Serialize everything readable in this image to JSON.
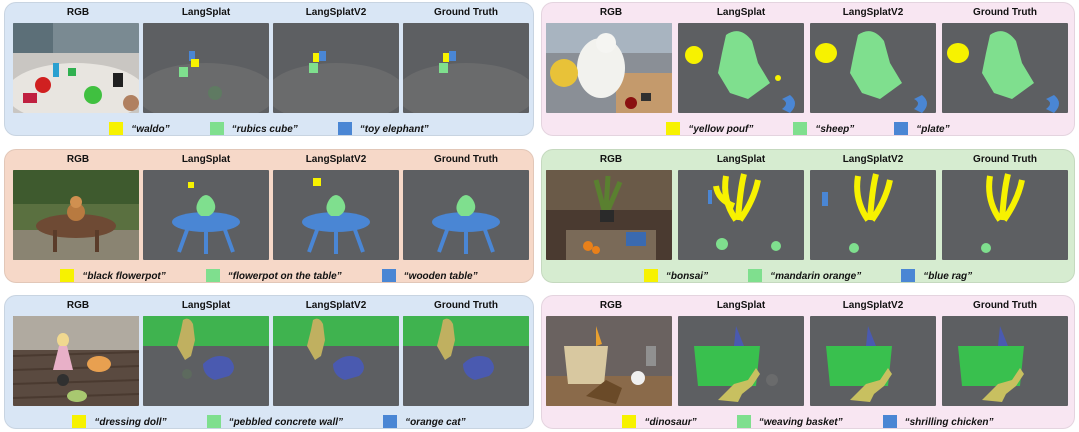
{
  "colors": {
    "yellow": "#f7f200",
    "green": "#7fdf8e",
    "blue": "#4a86d4",
    "panel_blue": "#d9e6f5",
    "panel_pink": "#f8e6f2",
    "panel_salmon": "#f6d8c8",
    "panel_green": "#d6ecd0"
  },
  "columns": [
    "RGB",
    "LangSplat",
    "LangSplatV2",
    "Ground Truth"
  ],
  "panels": [
    {
      "id": "p1",
      "legend": [
        "“waldo”",
        "“rubics cube”",
        "“toy elephant”"
      ]
    },
    {
      "id": "p2",
      "legend": [
        "“yellow pouf”",
        "“sheep”",
        "“plate”"
      ]
    },
    {
      "id": "p3",
      "legend": [
        "“black flowerpot”",
        "“flowerpot on the table”",
        "“wooden table”"
      ]
    },
    {
      "id": "p4",
      "legend": [
        "“bonsai”",
        "“mandarin orange”",
        "“blue rag”"
      ]
    },
    {
      "id": "p5",
      "legend": [
        "“dressing doll”",
        "“pebbled concrete wall”",
        "“orange cat”"
      ]
    },
    {
      "id": "p6",
      "legend": [
        "“dinosaur”",
        "“weaving basket”",
        "“shrilling chicken”"
      ]
    }
  ]
}
